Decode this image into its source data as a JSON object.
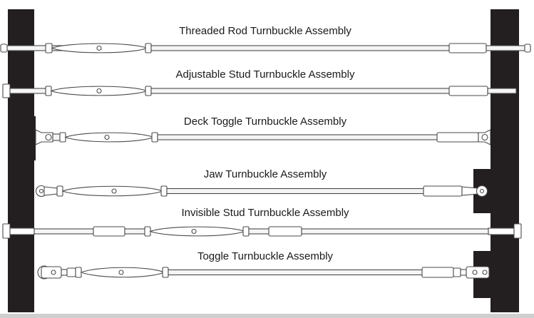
{
  "assemblies": [
    {
      "label": "Threaded Rod Turnbuckle Assembly"
    },
    {
      "label": "Adjustable Stud Turnbuckle Assembly"
    },
    {
      "label": "Deck Toggle Turnbuckle Assembly"
    },
    {
      "label": "Jaw Turnbuckle Assembly"
    },
    {
      "label": "Invisible Stud Turnbuckle Assembly"
    },
    {
      "label": "Toggle Turnbuckle Assembly"
    }
  ],
  "colors": {
    "post": "#231f20",
    "stroke": "#4a4a4a",
    "fill": "#ffffff",
    "rod": "#f2f2f2",
    "footer": "#cfcfcf"
  }
}
